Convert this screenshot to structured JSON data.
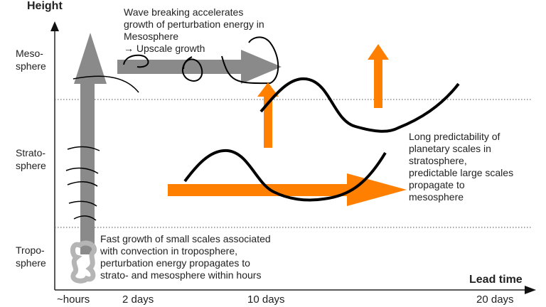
{
  "axes": {
    "y_label": "Height",
    "x_label": "Lead time",
    "layers": [
      "Meso-\nsphere",
      "Strato-\nsphere",
      "Tropo-\nsphere"
    ],
    "x_ticks": [
      "~hours",
      "2 days",
      "10 days",
      "20 days"
    ]
  },
  "annotations": {
    "mesosphere": [
      "Wave breaking accelerates",
      "growth of perturbation energy in",
      "Mesosphere",
      "→ Upscale growth"
    ],
    "stratosphere": [
      "Long predictability of",
      "planetary scales in",
      "stratosphere,",
      "predictable large scales",
      "propagate to",
      "mesosphere"
    ],
    "troposphere": [
      "Fast growth of small scales associated",
      "with convection in troposphere,",
      "perturbation energy propagates to",
      "strato- and mesosphere within hours"
    ]
  },
  "colors": {
    "gray_arrow": "#8a8a8a",
    "orange_arrow": "#ff8000",
    "wave": "#000000"
  }
}
